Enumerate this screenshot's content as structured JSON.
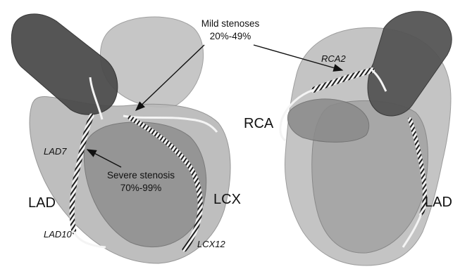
{
  "figure": {
    "left_view": {
      "labels": {
        "lad": "LAD",
        "lcx": "LCX",
        "lad7": "LAD7",
        "lad10": "LAD10",
        "lcx12": "LCX12"
      }
    },
    "right_view": {
      "labels": {
        "rca": "RCA",
        "rca2": "RCA2",
        "lad": "LAD"
      }
    },
    "annotations": {
      "mild": {
        "line1": "Mild stenoses",
        "line2": "20%-49%"
      },
      "severe": {
        "line1": "Severe stenosis",
        "line2": "70%-99%"
      }
    },
    "colors": {
      "heart_outer": "#b8b8b8",
      "heart_inner": "#8f8f8f",
      "aorta": "#4a4a4a",
      "vessel": "#f4f4f4",
      "vessel_coil": "#1c1c1c"
    }
  }
}
